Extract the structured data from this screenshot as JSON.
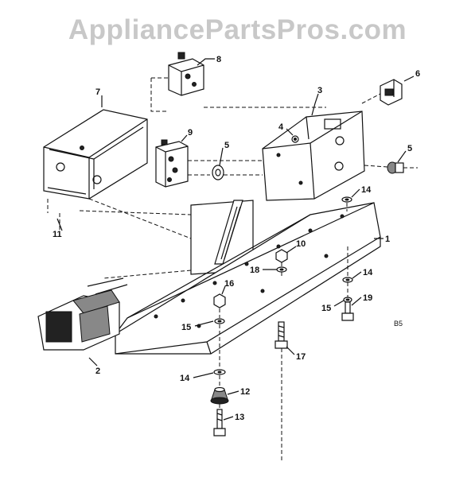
{
  "watermark": "AppliancePartsPros.com",
  "diagram_code": "B5",
  "callouts": {
    "c1": "1",
    "c2": "2",
    "c3": "3",
    "c4": "4",
    "c5a": "5",
    "c5b": "5",
    "c6": "6",
    "c7": "7",
    "c8": "8",
    "c9": "9",
    "c10": "10",
    "c11": "11",
    "c12": "12",
    "c13": "13",
    "c14a": "14",
    "c14b": "14",
    "c14c": "14",
    "c15a": "15",
    "c15b": "15",
    "c16": "16",
    "c17": "17",
    "c18": "18",
    "c19": "19"
  }
}
